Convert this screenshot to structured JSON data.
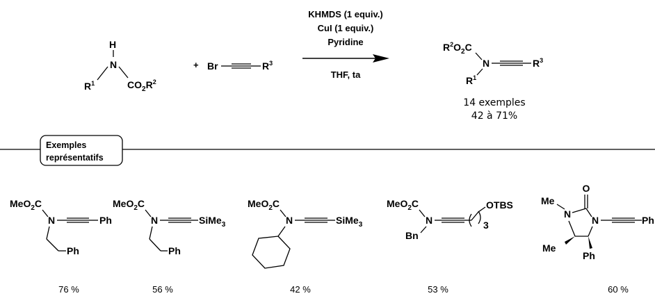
{
  "reaction": {
    "reactant1": {
      "H": "H",
      "N": "N",
      "R1": "R",
      "R1_sup": "1",
      "CO2R2": "CO",
      "CO2R2_sub": "2",
      "CO2R2_R": "R",
      "CO2R2_sup": "2"
    },
    "plus": "+",
    "reactant2": {
      "Br": "Br",
      "R3": "R",
      "R3_sup": "3"
    },
    "conditions_above": [
      "KHMDS (1 equiv.)",
      "CuI (1 equiv.)",
      "Pyridine"
    ],
    "conditions_below": "THF, ta",
    "product": {
      "R2": "R",
      "R2_sup": "2",
      "O2C": "O",
      "O2C_sub": "2",
      "O2C_C": "C",
      "N": "N",
      "R1": "R",
      "R1_sup": "1",
      "R3": "R",
      "R3_sup": "3"
    },
    "scope": [
      "14 exemples",
      "42 à 71%"
    ]
  },
  "section_box": [
    "Exemples",
    "représentatifs"
  ],
  "examples": [
    {
      "MeO2C_a": "MeO",
      "MeO2C_sub": "2",
      "MeO2C_b": "C",
      "N": "N",
      "Ph1": "Ph",
      "Ph2": "Ph",
      "yield": "76 %"
    },
    {
      "MeO2C_a": "MeO",
      "MeO2C_sub": "2",
      "MeO2C_b": "C",
      "N": "N",
      "SiMe": "SiMe",
      "SiMe_sub": "3",
      "Ph": "Ph",
      "yield": "56 %"
    },
    {
      "MeO2C_a": "MeO",
      "MeO2C_sub": "2",
      "MeO2C_b": "C",
      "N": "N",
      "SiMe": "SiMe",
      "SiMe_sub": "3",
      "yield": "42 %"
    },
    {
      "MeO2C_a": "MeO",
      "MeO2C_sub": "2",
      "MeO2C_b": "C",
      "N": "N",
      "Bn": "Bn",
      "OTBS": "OTBS",
      "n": "3",
      "yield": "53 %"
    },
    {
      "O": "O",
      "Me1": "Me",
      "N1": "N",
      "N2": "N",
      "Me2": "Me",
      "Ph": "Ph",
      "PhEnd": "Ph",
      "yield": "60 %"
    }
  ]
}
